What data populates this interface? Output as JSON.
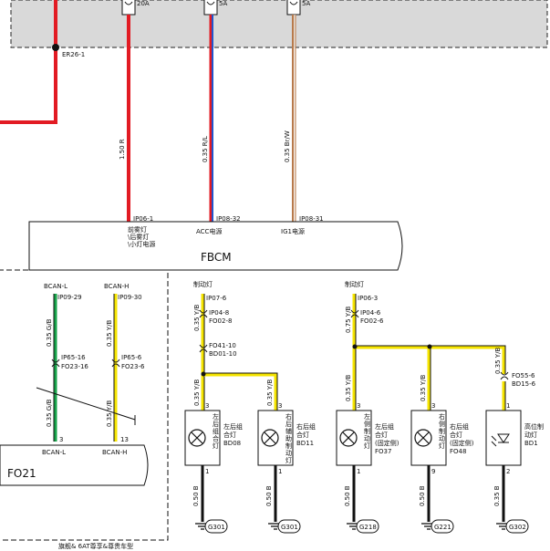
{
  "fuses": [
    {
      "rating": "20A"
    },
    {
      "rating": "5A"
    },
    {
      "rating": "5A"
    }
  ],
  "splice_top": "ER26-1",
  "wires_top": [
    {
      "label": "1.50 R"
    },
    {
      "label": "0.35 R/L"
    },
    {
      "label": "0.35 Br/W"
    }
  ],
  "fbcm": {
    "title": "FBCM",
    "pins": [
      {
        "id": "IP06-1",
        "desc_lines": [
          "前雾灯",
          "\\后雾灯",
          "\\小灯电源"
        ]
      },
      {
        "id": "IP08-32",
        "desc_lines": [
          "ACC电源"
        ]
      },
      {
        "id": "IP08-31",
        "desc_lines": [
          "IG1电源"
        ]
      }
    ],
    "brake_label_left": "制动灯",
    "brake_label_right": "制动灯",
    "out_left": "IP07-6",
    "out_right": "IP06-3"
  },
  "can": {
    "pin_l": "IP09-29",
    "pin_h": "IP09-30",
    "label_l": "BCAN-L",
    "label_h": "BCAN-H",
    "wire_l": "0.35 G/B",
    "wire_h": "0.35 Y/B",
    "conn_l": [
      "IP65-16",
      "FO23-16"
    ],
    "conn_h": [
      "IP65-6",
      "FO23-6"
    ],
    "wire_l2": "0.35 G/B",
    "wire_h2": "0.35 Y/B",
    "pin_num_l": "3",
    "pin_num_h": "13",
    "box_l": "BCAN-L",
    "box_h": "BCAN-H",
    "module": "FO21",
    "footnote": "旗舰& 6AT尊享&尊贵车型"
  },
  "left_branch": {
    "wire1": "0.35 Y/B",
    "conn1": [
      "IP04-8",
      "FO02-8"
    ],
    "conn2": [
      "FO41-10",
      "BD01-10"
    ],
    "wire2": "0.35 Y/B"
  },
  "right_branch": {
    "wire1": "0.75 Y/B",
    "conn1": [
      "IP04-6",
      "FO02-6"
    ],
    "wire_a": "0.35 Y/B",
    "wire_b": "0.35 Y/B",
    "wire_c": "0.35 Y/B",
    "conn_c": [
      "FO55-6",
      "BD15-6"
    ]
  },
  "lamps": [
    {
      "pin_top": "3",
      "vlabel": "左后组合灯",
      "name": "左后组合灯",
      "code": "BD08",
      "pin_bot": "1",
      "wire": "0.50 B",
      "ground": "G301"
    },
    {
      "pin_top": "3",
      "vlabel": "右后辅助制动灯",
      "name": "右后组合灯",
      "code": "BD11",
      "pin_bot": "1",
      "wire": "0.50 B",
      "ground": "G301"
    },
    {
      "pin_top": "3",
      "vlabel": "左侧制动灯",
      "name": "左后组合灯(固定侧)",
      "code": "FO37",
      "pin_bot": "1",
      "wire": "0.50 B",
      "ground": "G218"
    },
    {
      "pin_top": "3",
      "vlabel": "右侧制动灯",
      "name": "右后组合灯(固定侧)",
      "code": "FO48",
      "pin_bot": "9",
      "wire": "0.50 B",
      "ground": "G221"
    },
    {
      "pin_top": "1",
      "vlabel": "",
      "name": "高位制动灯",
      "code": "BD1",
      "pin_bot": "2",
      "wire": "0.35 B",
      "ground": "G302"
    }
  ],
  "colors": {
    "red": "#e21b23",
    "yellow": "#f5e400",
    "green": "#17a34a",
    "blue": "#2255cc",
    "brown": "#b87a4b",
    "panel_gray": "#d9d9d9"
  }
}
